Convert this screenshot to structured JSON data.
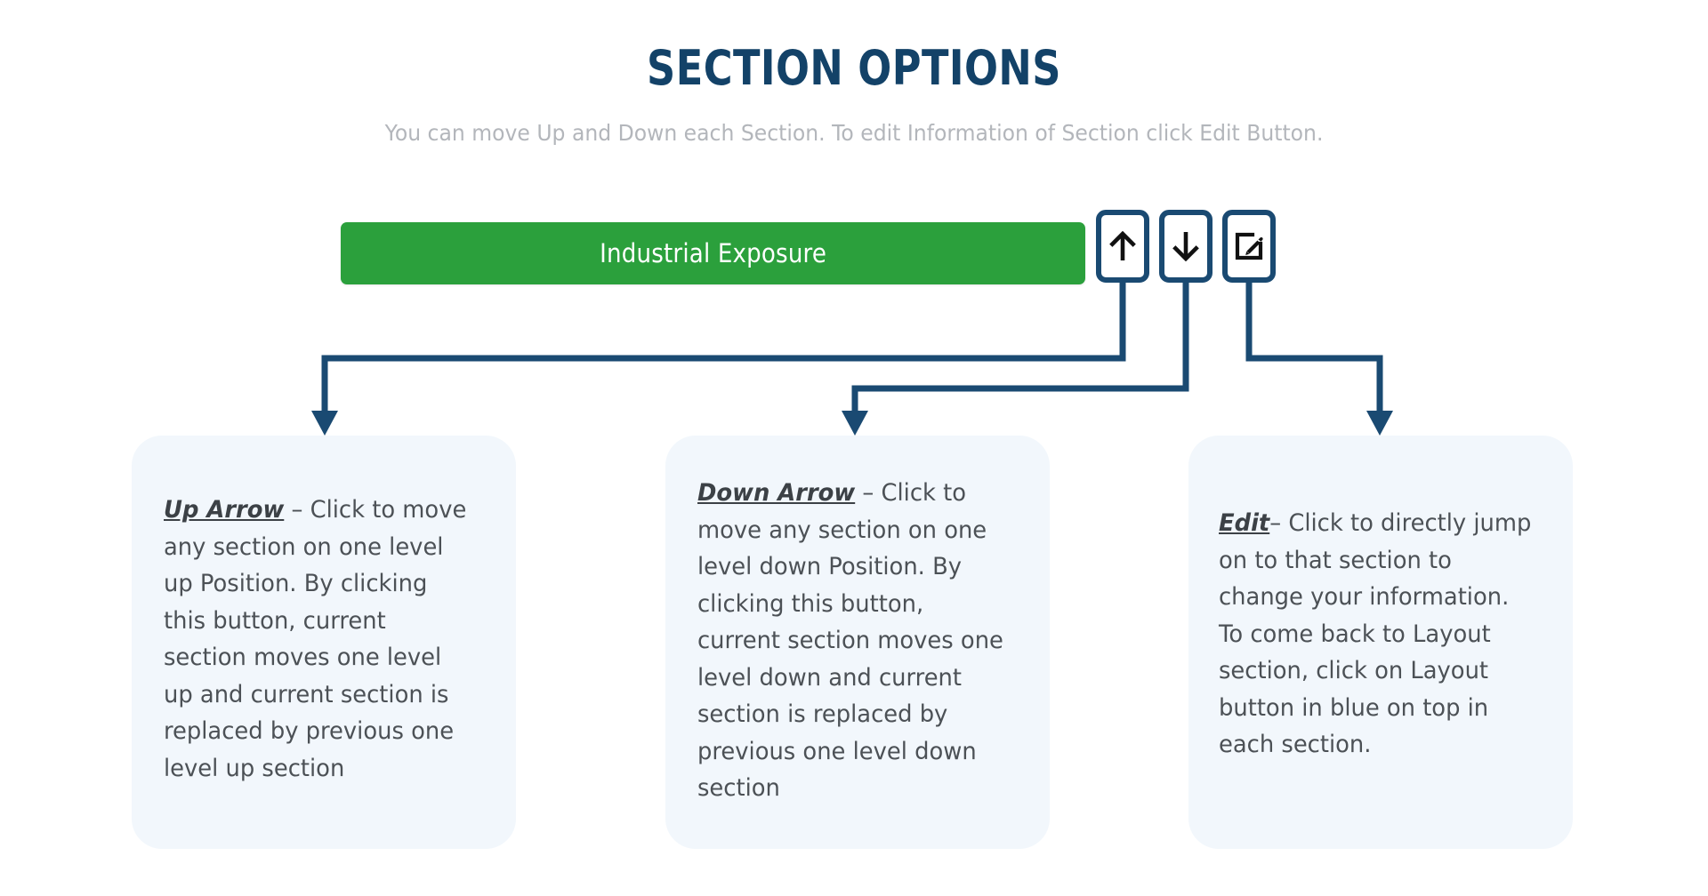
{
  "header": {
    "title": "SECTION OPTIONS",
    "subtitle": "You can move Up and Down each Section. To edit Information of Section click Edit Button."
  },
  "section_bar": {
    "label": "Industrial Exposure",
    "color": "#2ba03c",
    "text_color": "#ffffff"
  },
  "controls": [
    {
      "name": "up-arrow-button",
      "icon": "arrow-up-icon",
      "tooltip": "Up Arrow"
    },
    {
      "name": "down-arrow-button",
      "icon": "arrow-down-icon",
      "tooltip": "Down Arrow"
    },
    {
      "name": "edit-button",
      "icon": "edit-pencil-square-icon",
      "tooltip": "Edit"
    }
  ],
  "cards": [
    {
      "term": "Up Arrow",
      "body": " – Click to move any section on one level up Position. By clicking this button, current section moves one level up and current section is replaced by  previous one level up section"
    },
    {
      "term": "Down Arrow",
      "body": " – Click to move any section on one level down Position. By clicking this button, current section moves one level down and current section is replaced by  previous one level down section"
    },
    {
      "term": "Edit",
      "body": "– Click to directly jump on to that section to change your information. To come back to Layout section, click on Layout button in blue on top in each section."
    }
  ],
  "theme": {
    "accent_blue": "#1a4a72",
    "title_blue": "#134268",
    "subtitle_gray": "#b3b6bb",
    "card_bg": "#f2f7fc",
    "body_text": "#4c5156"
  }
}
